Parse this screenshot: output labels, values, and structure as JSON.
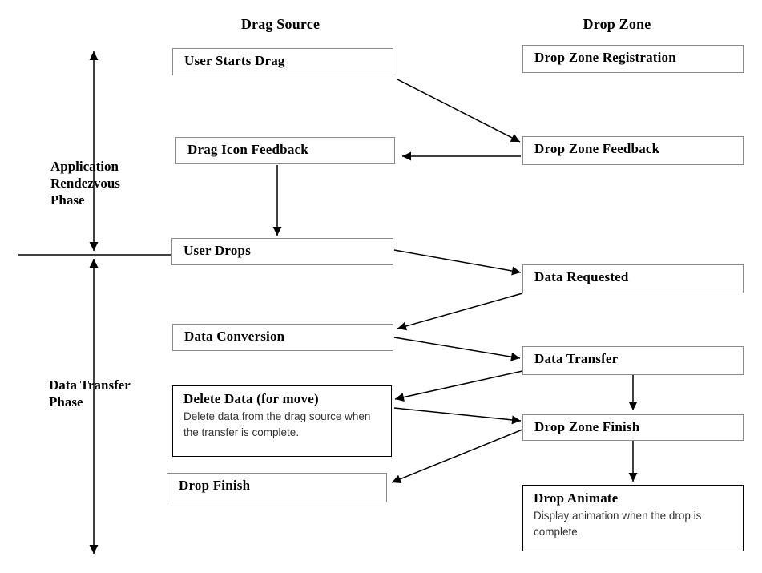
{
  "diagram": {
    "columns": {
      "drag_source": "Drag Source",
      "drop_zone": "Drop Zone"
    },
    "phases": {
      "rendezvous": "Application\nRendezvous\nPhase",
      "transfer": "Data Transfer\nPhase"
    },
    "nodes": {
      "user_starts_drag": {
        "title": "User Starts Drag"
      },
      "drag_icon_feedback": {
        "title": "Drag Icon Feedback"
      },
      "user_drops": {
        "title": "User Drops"
      },
      "data_conversion": {
        "title": "Data Conversion"
      },
      "delete_data": {
        "title": "Delete Data (for move)",
        "desc": "Delete data from the drag source when the transfer is complete."
      },
      "drop_finish": {
        "title": "Drop Finish"
      },
      "drop_zone_registration": {
        "title": "Drop Zone Registration"
      },
      "drop_zone_feedback": {
        "title": "Drop Zone Feedback"
      },
      "data_requested": {
        "title": "Data Requested"
      },
      "data_transfer": {
        "title": "Data Transfer"
      },
      "drop_zone_finish": {
        "title": "Drop Zone Finish"
      },
      "drop_animate": {
        "title": "Drop Animate",
        "desc": "Display animation when the drop is complete."
      }
    },
    "edges": [
      {
        "from": "user_starts_drag",
        "to": "drop_zone_feedback"
      },
      {
        "from": "drop_zone_feedback",
        "to": "drag_icon_feedback"
      },
      {
        "from": "drag_icon_feedback",
        "to": "user_drops"
      },
      {
        "from": "user_drops",
        "to": "data_requested"
      },
      {
        "from": "data_requested",
        "to": "data_conversion"
      },
      {
        "from": "data_conversion",
        "to": "data_transfer"
      },
      {
        "from": "data_transfer",
        "to": "delete_data"
      },
      {
        "from": "data_transfer",
        "to": "drop_zone_finish"
      },
      {
        "from": "delete_data",
        "to": "drop_zone_finish"
      },
      {
        "from": "drop_zone_finish",
        "to": "drop_finish"
      },
      {
        "from": "drop_zone_finish",
        "to": "drop_animate"
      }
    ],
    "colors": {
      "plain_box_border": "#8c8c8c",
      "detail_box_border": "#000000",
      "connector": "#000000",
      "background": "#ffffff"
    }
  }
}
